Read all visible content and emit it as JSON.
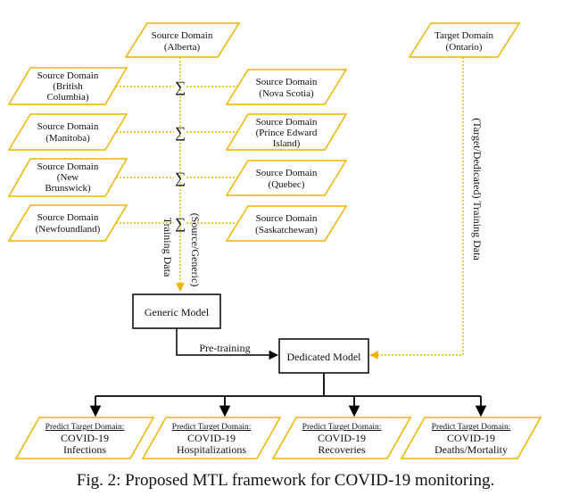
{
  "colors": {
    "para_fill": "#ffffff",
    "para_stroke": "#f0b400",
    "dotted": "#f0b400",
    "solid": "#000000"
  },
  "source_top": [
    "Source Domain",
    "(Alberta)"
  ],
  "target": [
    "Target Domain",
    "(Ontario)"
  ],
  "left_sources": [
    [
      "Source Domain",
      "(British",
      "Columbia)"
    ],
    [
      "Source Domain",
      "(Manitoba)"
    ],
    [
      "Source Domain",
      "(New",
      "Brunswick)"
    ],
    [
      "Source Domain",
      "(Newfoundland)"
    ]
  ],
  "right_sources": [
    [
      "Source Domain",
      "(Nova Scotia)"
    ],
    [
      "Source Domain",
      "(Prince Edward",
      "Island)"
    ],
    [
      "Source Domain",
      "(Quebec)"
    ],
    [
      "Source Domain",
      "(Saskatchewan)"
    ]
  ],
  "sigma": "∑",
  "source_training_label": [
    "(Source/Generic)",
    "Training Data"
  ],
  "target_training_label": "(Target/Dedicated) Training Data",
  "generic_model": "Generic Model",
  "pretraining": "Pre-training",
  "dedicated_model": "Dedicated Model",
  "predict_label": "Predict Target Domain:",
  "outputs": [
    [
      "COVID-19",
      "Infections"
    ],
    [
      "COVID-19",
      "Hospitalizations"
    ],
    [
      "COVID-19",
      "Recoveries"
    ],
    [
      "COVID-19",
      "Deaths/Mortality"
    ]
  ],
  "caption": "Fig. 2: Proposed MTL framework for COVID-19 monitoring."
}
